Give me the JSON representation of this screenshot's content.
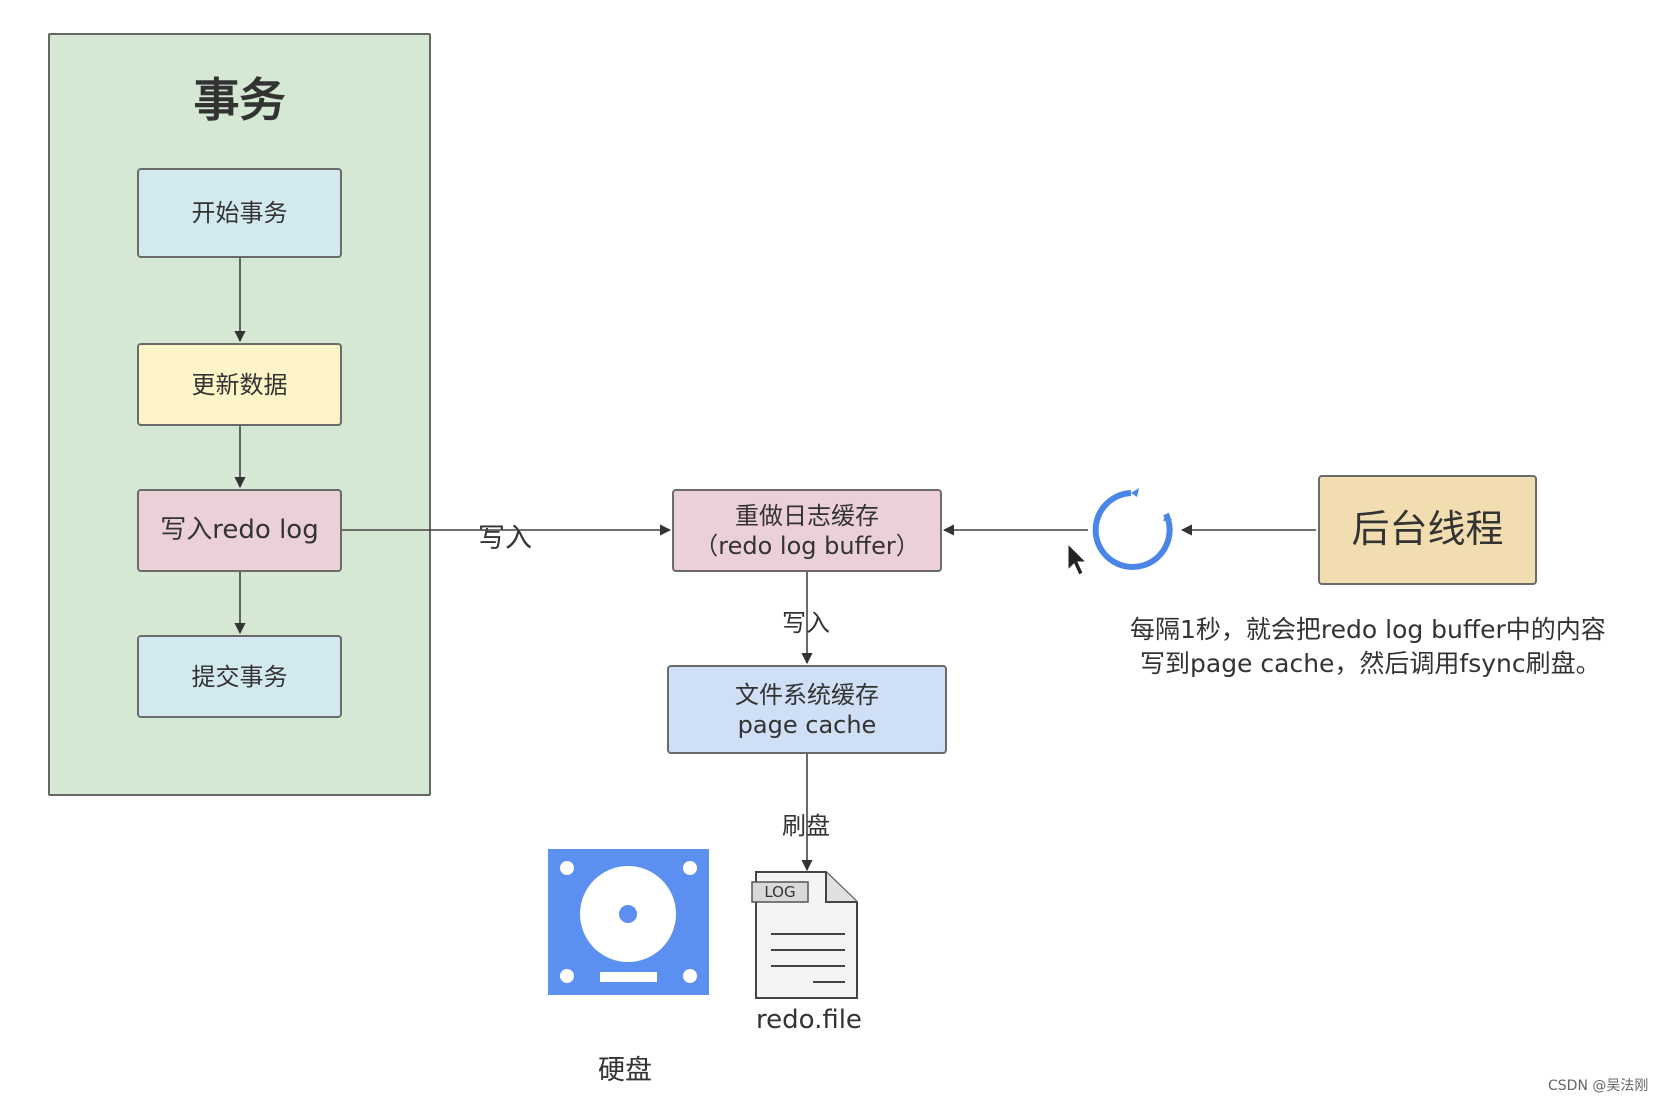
{
  "transaction": {
    "title": "事务",
    "steps": [
      "开始事务",
      "更新数据",
      "写入redo log",
      "提交事务"
    ]
  },
  "buffer": {
    "line1": "重做日志缓存",
    "line2": "（redo log buffer）"
  },
  "page_cache": {
    "line1": "文件系统缓存",
    "line2": "page cache"
  },
  "background_thread": "后台线程",
  "note": {
    "line1": "每隔1秒，就会把redo log buffer中的内容",
    "line2": "写到page cache，然后调用fsync刷盘。"
  },
  "edge_labels": {
    "write_1": "写入",
    "write_2": "写入",
    "flush": "刷盘"
  },
  "disk_label": "硬盘",
  "log_tag": "LOG",
  "file_label": "redo.file",
  "watermark": "CSDN @吴法刚",
  "colors": {
    "transaction_bg": "#d5e8d4",
    "start_box": "#d2e9ef",
    "update_box": "#fdf5c8",
    "redo_box": "#ecd0d8",
    "commit_box": "#d2e9ef",
    "buffer_box": "#ecd0d8",
    "cache_box": "#cfdff5",
    "thread_box": "#f1ddb0",
    "disk_icon": "#5b8ff0",
    "loop_icon": "#4a86e8"
  }
}
